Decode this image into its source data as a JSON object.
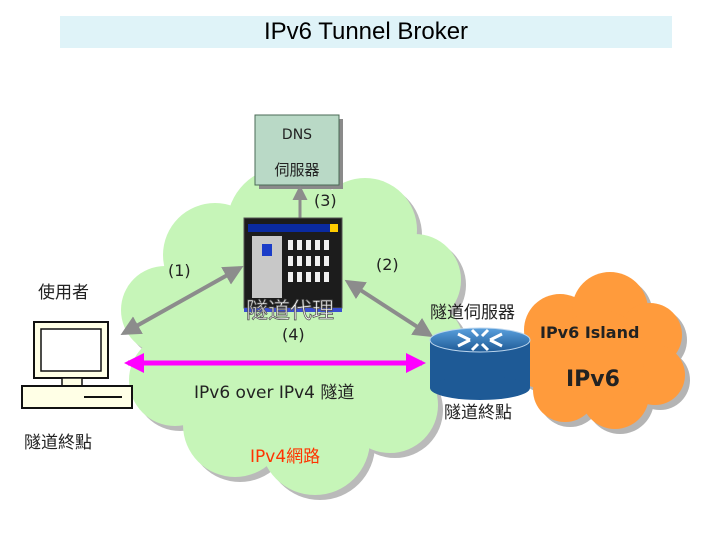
{
  "title": "IPv6 Tunnel Broker",
  "dns_box": {
    "line1": "DNS",
    "line2": "伺服器"
  },
  "steps": {
    "s1": "(1)",
    "s2": "(2)",
    "s3": "(3)",
    "s4": "(4)"
  },
  "user_label": "使用者",
  "tunnel_broker_label": "隧道代理",
  "tunnel_server_label": "隧道伺服器",
  "ipv6_island_label": "IPv6 Island",
  "ipv6_label": "IPv6",
  "tunnel_label": "IPv6 over IPv4 隧道",
  "tunnel_endpoint_left": "隧道終點",
  "tunnel_endpoint_right": "隧道終點",
  "ipv4_network_label": "IPv4網路",
  "colors": {
    "cloud_green": "#c6f5b8",
    "island_orange": "#ff9b3c",
    "dns_box": "#b9d9c6",
    "tunnel_magenta": "#ff00ff",
    "router_blue": "#2a6fb0",
    "ipv4_text": "#ff3300"
  }
}
